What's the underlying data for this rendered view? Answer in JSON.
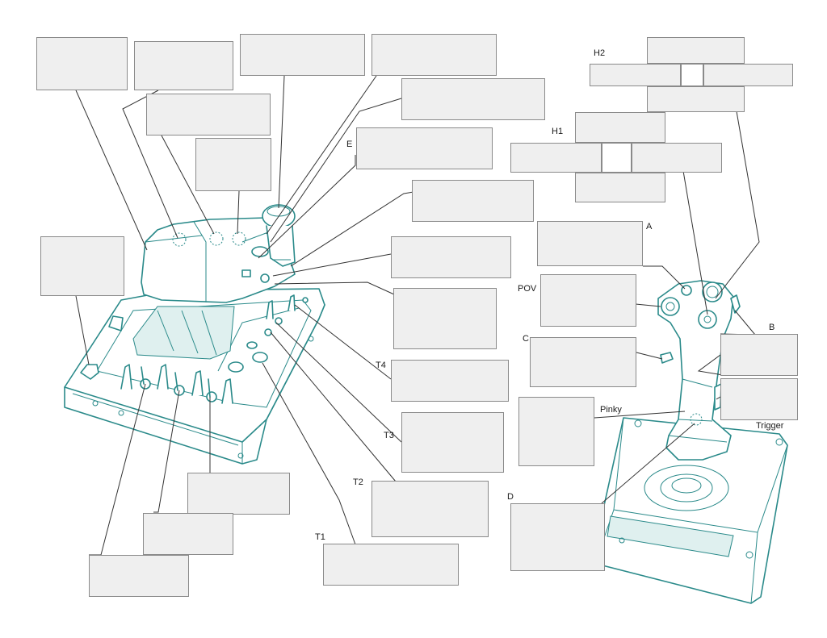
{
  "labels": {
    "h2": "H2",
    "h1": "H1",
    "e": "E",
    "a": "A",
    "pov": "POV",
    "c": "C",
    "b": "B",
    "pinky": "Pinky",
    "trigger": "Trigger",
    "t4": "T4",
    "t3": "T3",
    "t2": "T2",
    "t1": "T1",
    "d": "D"
  },
  "colors": {
    "device_outline": "#2a8a8a",
    "answer_box_fill": "#efefef",
    "answer_box_border": "#8a8a8a",
    "leader_line": "#333333"
  }
}
